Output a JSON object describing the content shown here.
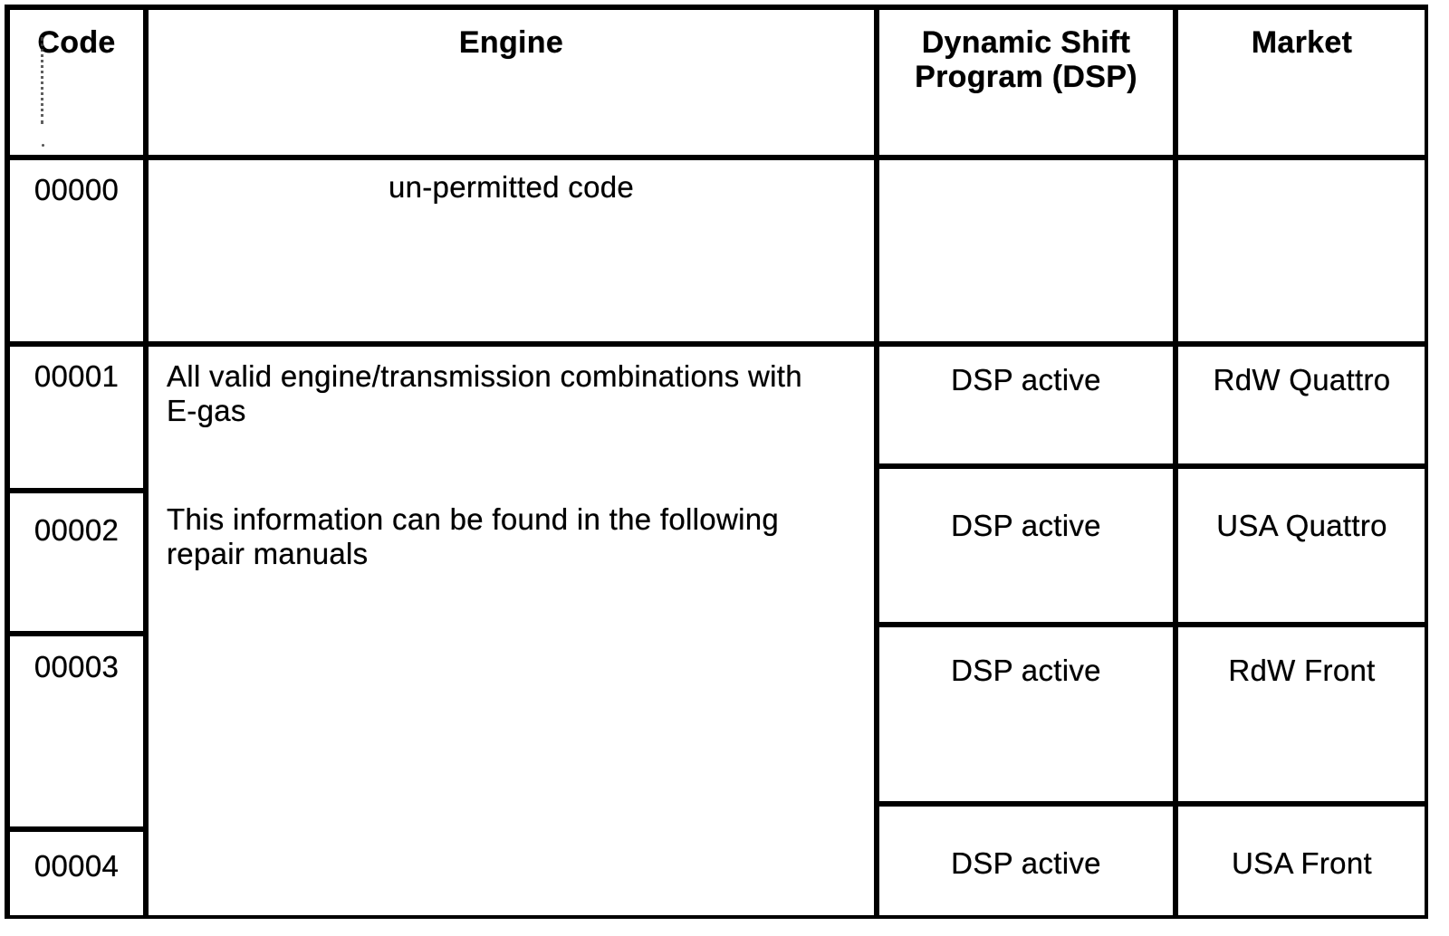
{
  "colors": {
    "ink": "#000000",
    "paper": "#ffffff"
  },
  "table": {
    "headers": {
      "code": "Code",
      "engine": "Engine",
      "dsp": "Dynamic Shift Program (DSP)",
      "market": "Market"
    },
    "row_00000": {
      "code": "00000",
      "engine": "un-permitted code",
      "dsp": "",
      "market": ""
    },
    "engine_note": {
      "para1": "All valid engine/transmission combinations with E-gas",
      "para2": "This information can be found in the following repair manuals"
    },
    "rows": [
      {
        "code": "00001",
        "dsp": "DSP active",
        "market": "RdW Quattro"
      },
      {
        "code": "00002",
        "dsp": "DSP active",
        "market": "USA Quattro"
      },
      {
        "code": "00003",
        "dsp": "DSP active",
        "market": "RdW Front"
      },
      {
        "code": "00004",
        "dsp": "DSP active",
        "market": "USA Front"
      }
    ]
  }
}
